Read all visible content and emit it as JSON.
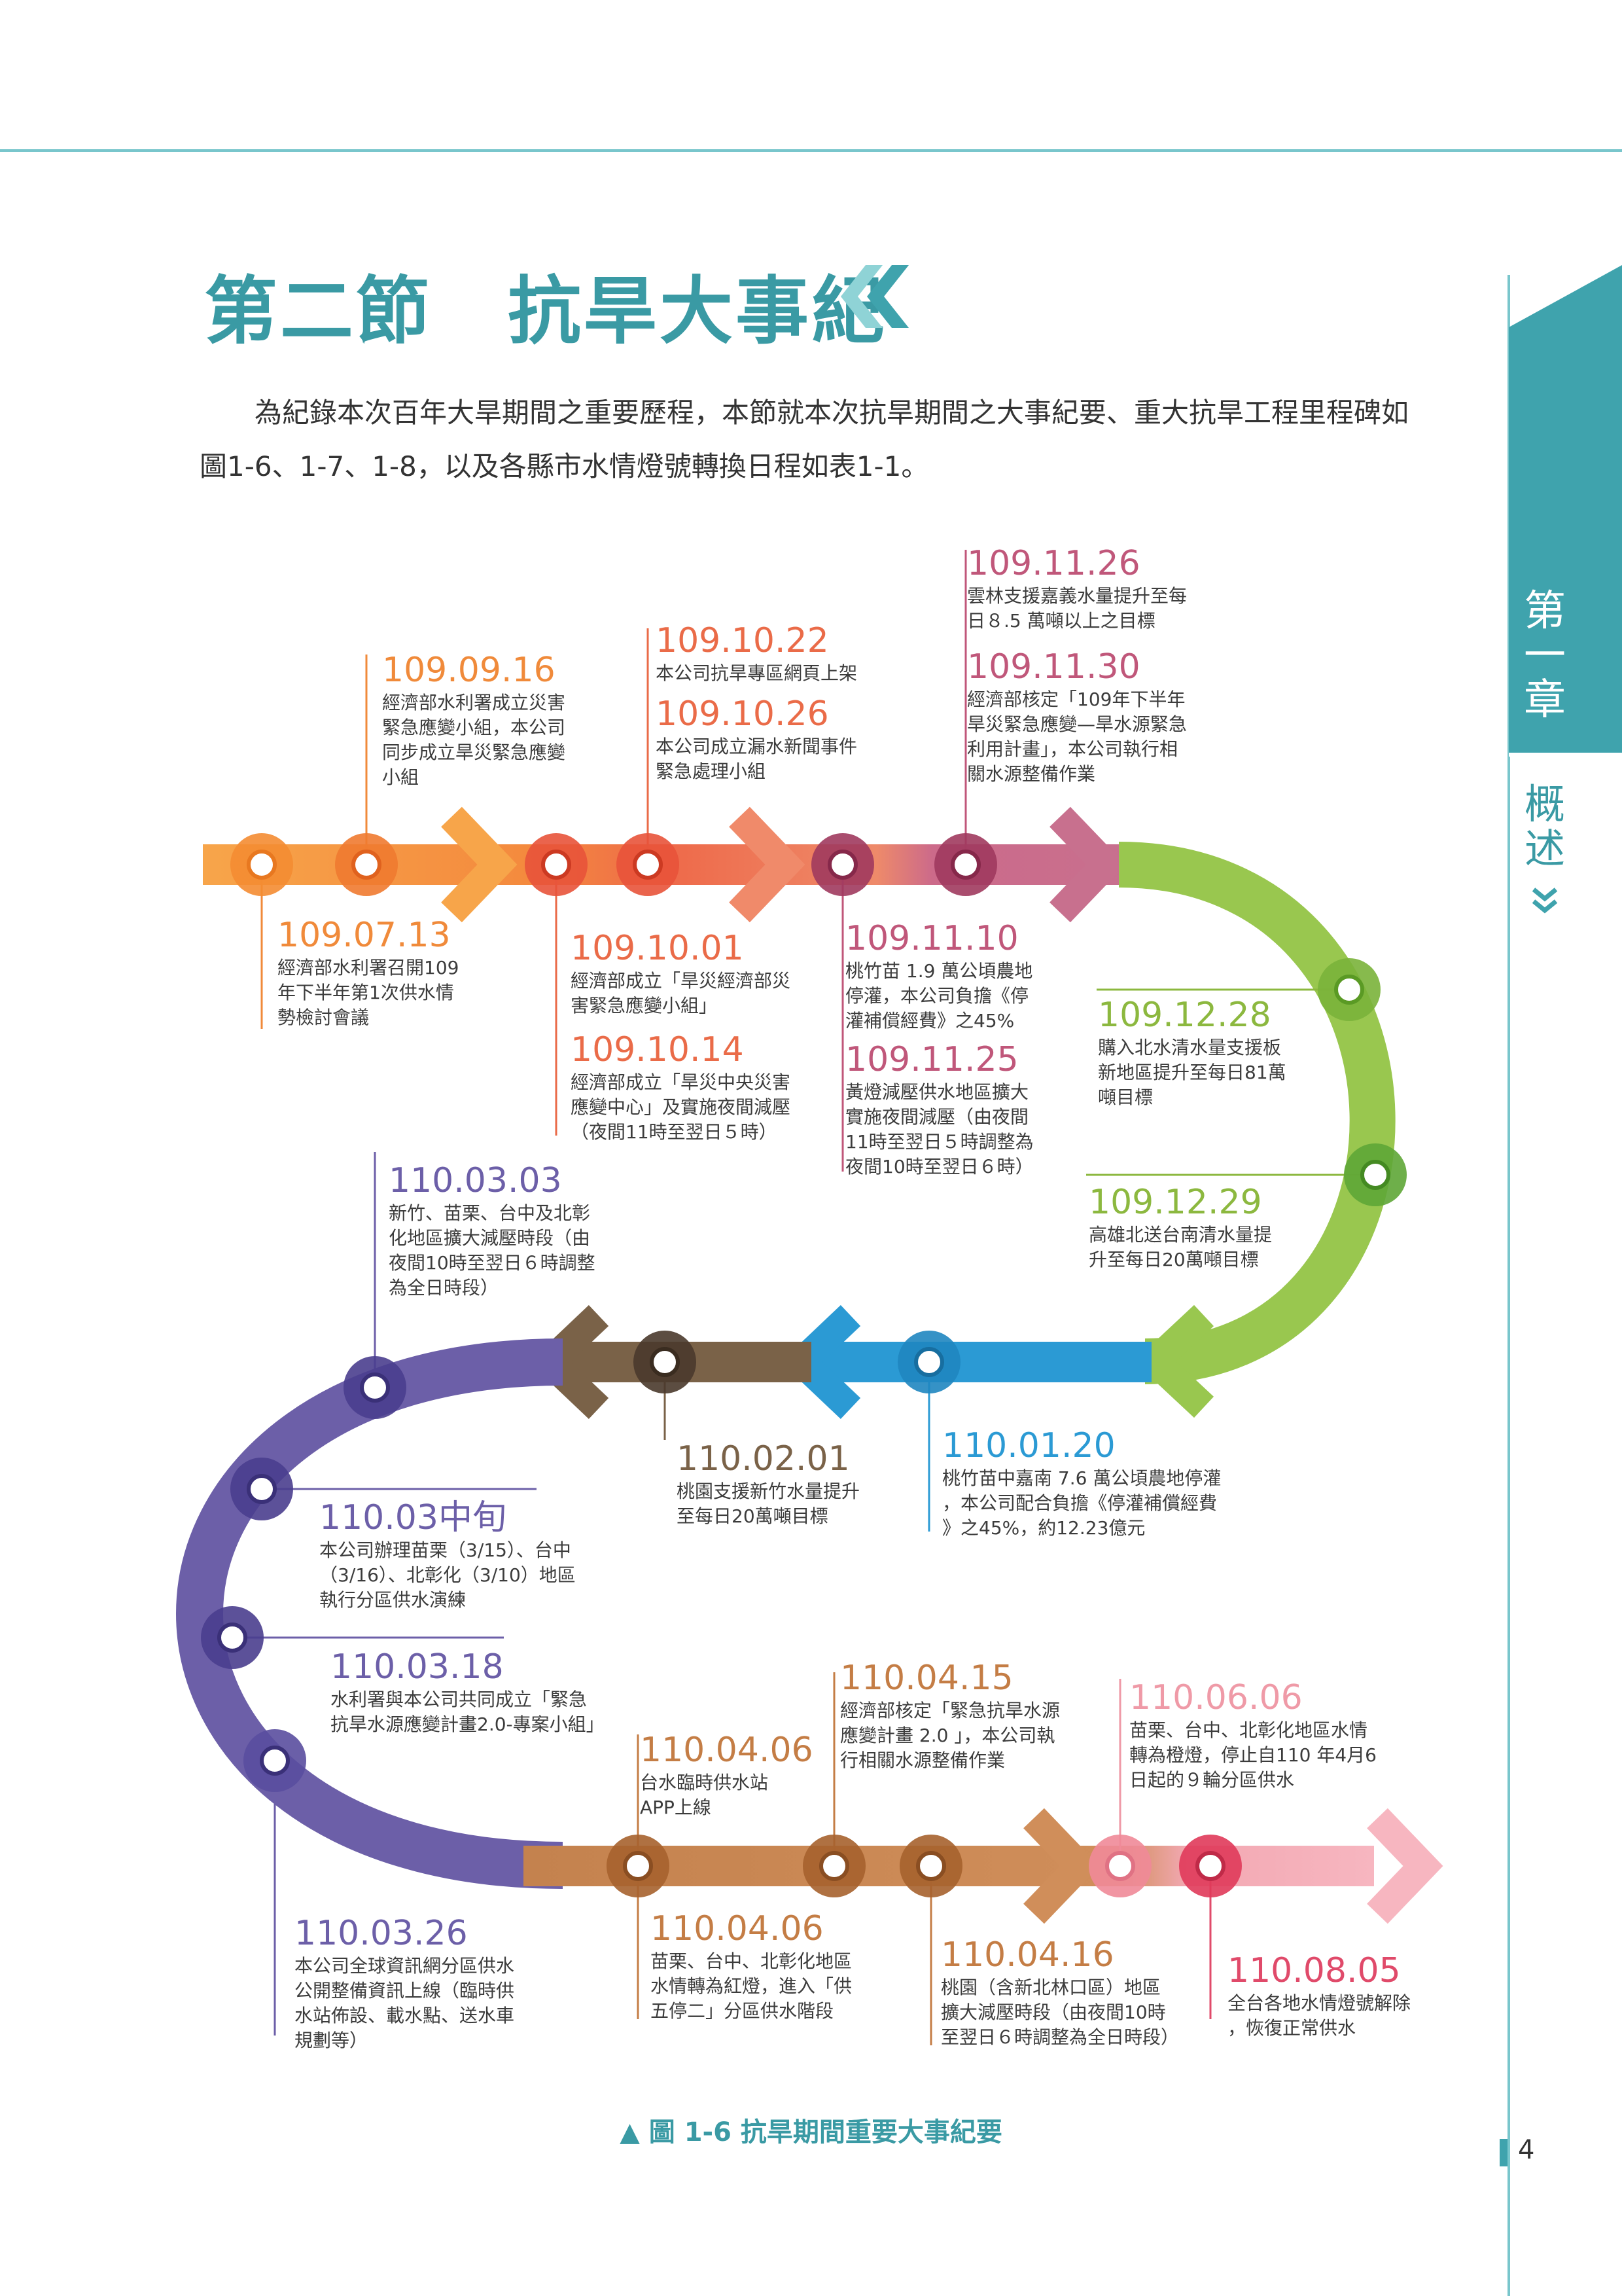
{
  "chapter": {
    "label": "第一章",
    "title": "概述"
  },
  "section": {
    "title": "第二節　抗旱大事紀"
  },
  "intro": "為紀錄本次百年大旱期間之重要歷程，本節就本次抗旱期間之大事紀要、重大抗旱工程里程碑如圖1-6、1-7、1-8，以及各縣市水情燈號轉換日程如表1-1。",
  "events": [
    {
      "date": "109.09.16",
      "text": "經濟部水利署成立災害\n緊急應變小組，本公司\n同步成立旱災緊急應變\n小組",
      "color": "#f08a3a"
    },
    {
      "date": "109.07.13",
      "text": "經濟部水利署召開109\n年下半年第1次供水情\n勢檢討會議",
      "color": "#f08a3a"
    },
    {
      "date": "109.10.22",
      "text": "本公司抗旱專區網頁上架",
      "color": "#ea6b48"
    },
    {
      "date": "109.10.26",
      "text": "本公司成立漏水新聞事件\n緊急處理小組",
      "color": "#ea6b48"
    },
    {
      "date": "109.10.01",
      "text": "經濟部成立「旱災經濟部災\n害緊急應變小組」",
      "color": "#ea6b48"
    },
    {
      "date": "109.10.14",
      "text": "經濟部成立「旱災中央災害\n應變中心」及實施夜間減壓\n（夜間11時至翌日５時）",
      "color": "#ea6b48"
    },
    {
      "date": "109.11.26",
      "text": "雲林支援嘉義水量提升至每\n日８.5 萬噸以上之目標",
      "color": "#c0577a"
    },
    {
      "date": "109.11.30",
      "text": "經濟部核定「109年下半年\n旱災緊急應變—旱水源緊急\n利用計畫」，本公司執行相\n關水源整備作業",
      "color": "#c0577a"
    },
    {
      "date": "109.11.10",
      "text": "桃竹苗 1.9 萬公頃農地\n停灌，本公司負擔《停\n灌補償經費》之45%",
      "color": "#c0577a"
    },
    {
      "date": "109.11.25",
      "text": "黃燈減壓供水地區擴大\n實施夜間減壓（由夜間\n11時至翌日５時調整為\n夜間10時至翌日６時）",
      "color": "#c0577a"
    },
    {
      "date": "109.12.28",
      "text": "購入北水清水量支援板\n新地區提升至每日81萬\n噸目標",
      "color": "#8cb83f"
    },
    {
      "date": "109.12.29",
      "text": "高雄北送台南清水量提\n升至每日20萬噸目標",
      "color": "#8cb83f"
    },
    {
      "date": "110.03.03",
      "text": "新竹、苗栗、台中及北彰\n化地區擴大減壓時段（由\n夜間10時至翌日６時調整\n為全日時段）",
      "color": "#6c5fa8"
    },
    {
      "date": "110.02.01",
      "text": "桃園支援新竹水量提升\n至每日20萬噸目標",
      "color": "#7a6248"
    },
    {
      "date": "110.01.20",
      "text": "桃竹苗中嘉南 7.6 萬公頃農地停灌\n，本公司配合負擔《停灌補償經費\n》之45%，約12.23億元",
      "color": "#2b9ad4"
    },
    {
      "date": "110.03中旬",
      "text": "本公司辦理苗栗（3/15）、台中\n（3/16）、北彰化（3/10）地區\n執行分區供水演練",
      "color": "#6c5fa8"
    },
    {
      "date": "110.03.18",
      "text": "水利署與本公司共同成立「緊急\n抗旱水源應變計畫2.0-專案小組」",
      "color": "#6c5fa8"
    },
    {
      "date": "110.03.26",
      "text": "本公司全球資訊網分區供水\n公開整備資訊上線（臨時供\n水站佈設、載水點、送水車\n規劃等）",
      "color": "#6c5fa8"
    },
    {
      "date": "110.04.06",
      "text": "台水臨時供水站\nAPP上線",
      "color": "#c47d45"
    },
    {
      "date": "110.04.15",
      "text": "經濟部核定「緊急抗旱水源\n應變計畫 2.0 」，本公司執\n行相關水源整備作業",
      "color": "#c47d45"
    },
    {
      "date": "110.04.06",
      "text": "苗栗、台中、北彰化地區\n水情轉為紅燈，進入「供\n五停二」分區供水階段",
      "color": "#c47d45"
    },
    {
      "date": "110.04.16",
      "text": "桃園（含新北林口區）地區\n擴大減壓時段（由夜間10時\n至翌日６時調整為全日時段）",
      "color": "#c47d45"
    },
    {
      "date": "110.06.06",
      "text": "苗栗、台中、北彰化地區水情\n轉為橙燈，停止自110 年4月6\n日起的９輪分區供水",
      "color": "#ef9aa7"
    },
    {
      "date": "110.08.05",
      "text": "全台各地水情燈號解除\n，恢復正常供水",
      "color": "#e04a6a"
    }
  ],
  "caption": "▲ 圖 1-6  抗旱期間重要大事紀要",
  "page_number": "4"
}
